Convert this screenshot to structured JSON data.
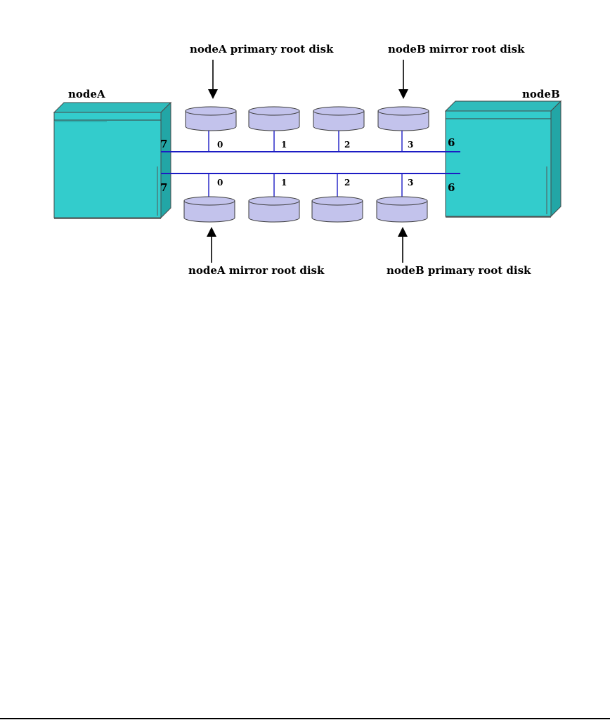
{
  "colors": {
    "server": "#33cccc",
    "server_top": "#2fbcbc",
    "server_side": "#22a6a6",
    "disk": "#c3c3ec",
    "bus": "#1c1cc4",
    "arrow": "#000000"
  },
  "nodes": {
    "a": {
      "label": "nodeA",
      "port_top": "7",
      "port_bottom": "7"
    },
    "b": {
      "label": "nodeB",
      "port_top": "6",
      "port_bottom": "6"
    }
  },
  "buses": {
    "top": {
      "targets": [
        "0",
        "1",
        "2",
        "3"
      ]
    },
    "bottom": {
      "targets": [
        "0",
        "1",
        "2",
        "3"
      ]
    }
  },
  "callouts": {
    "a_primary": "nodeA primary root disk",
    "b_mirror": "nodeB mirror root disk",
    "a_mirror": "nodeA mirror root disk",
    "b_primary": "nodeB primary root disk"
  }
}
